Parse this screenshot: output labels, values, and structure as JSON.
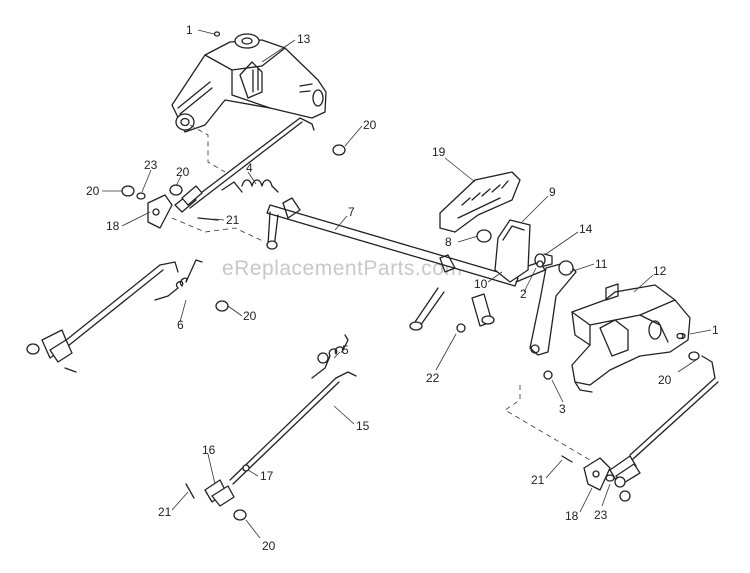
{
  "watermark": "eReplacementParts.com",
  "callouts": [
    {
      "id": "c1a",
      "text": "1"
    },
    {
      "id": "c13",
      "text": "13"
    },
    {
      "id": "c20a",
      "text": "20"
    },
    {
      "id": "c23a",
      "text": "23"
    },
    {
      "id": "c20b",
      "text": "20"
    },
    {
      "id": "c20c",
      "text": "20"
    },
    {
      "id": "c4",
      "text": "4"
    },
    {
      "id": "c18a",
      "text": "18"
    },
    {
      "id": "c21a",
      "text": "21"
    },
    {
      "id": "c7",
      "text": "7"
    },
    {
      "id": "c19",
      "text": "19"
    },
    {
      "id": "c9",
      "text": "9"
    },
    {
      "id": "c14",
      "text": "14"
    },
    {
      "id": "c8",
      "text": "8"
    },
    {
      "id": "c10",
      "text": "10"
    },
    {
      "id": "c2",
      "text": "2"
    },
    {
      "id": "c11",
      "text": "11"
    },
    {
      "id": "c12",
      "text": "12"
    },
    {
      "id": "c6",
      "text": "6"
    },
    {
      "id": "c20d",
      "text": "20"
    },
    {
      "id": "c1b",
      "text": "1"
    },
    {
      "id": "c5",
      "text": "5"
    },
    {
      "id": "c22",
      "text": "22"
    },
    {
      "id": "c20e",
      "text": "20"
    },
    {
      "id": "c3",
      "text": "3"
    },
    {
      "id": "c15",
      "text": "15"
    },
    {
      "id": "c16",
      "text": "16"
    },
    {
      "id": "c17",
      "text": "17"
    },
    {
      "id": "c21b",
      "text": "21"
    },
    {
      "id": "c21c",
      "text": "21"
    },
    {
      "id": "c18b",
      "text": "18"
    },
    {
      "id": "c23b",
      "text": "23"
    },
    {
      "id": "c20f",
      "text": "20"
    }
  ]
}
